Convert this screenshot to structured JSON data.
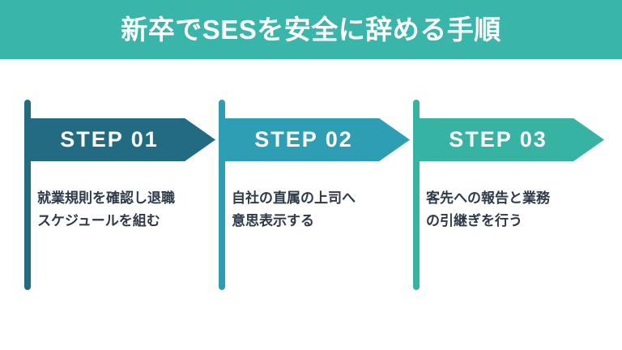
{
  "header": {
    "title": "新卒でSESを安全に辞める手順",
    "background_color": "#3ab5aa",
    "text_color": "#ffffff"
  },
  "steps": [
    {
      "label": "STEP 01",
      "color": "#226b83",
      "body_lines": [
        "就業規則を確認し退職",
        "スケジュールを組む"
      ],
      "body_text": "就業規則を確認し退職スケジュールを組む"
    },
    {
      "label": "STEP 02",
      "color": "#2e9eb5",
      "body_lines": [
        "自社の直属の上司へ",
        "意思表示する"
      ],
      "body_text": "自社の直属の上司へ意思表示する"
    },
    {
      "label": "STEP 03",
      "color": "#37b3a4",
      "body_lines": [
        "客先への報告と業務",
        "の引継ぎを行う"
      ],
      "body_text": "客先への報告と業務の引継ぎを行う"
    }
  ],
  "theme": {
    "background": "#ffffff",
    "body_text_color": "#2e3a4a"
  }
}
